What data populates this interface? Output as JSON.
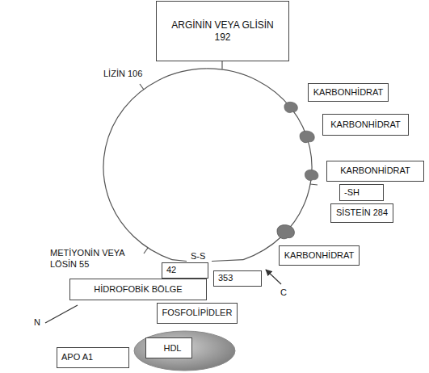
{
  "diagram": {
    "nodes": [
      {
        "text": [
          "ARGİNİN VEYA GLİSİN",
          "192"
        ]
      },
      {
        "text": [
          "KARBONHİDRAT"
        ]
      },
      {
        "text": [
          "KARBONHİDRAT"
        ]
      },
      {
        "text": [
          "KARBONHİDRAT"
        ]
      },
      {
        "text": [
          "-SH"
        ]
      },
      {
        "text": [
          "SİSTEİN 284"
        ]
      },
      {
        "text": [
          "KARBONHİDRAT"
        ]
      },
      {
        "text": [
          "42"
        ]
      },
      {
        "text": [
          "353"
        ]
      },
      {
        "text": [
          "HİDROFOBİK BÖLGE"
        ]
      },
      {
        "text": [
          "FOSFOLİPİDLER"
        ]
      },
      {
        "text": [
          "HDL"
        ]
      },
      {
        "text": [
          "APO A1"
        ]
      }
    ],
    "labels": [
      "LİZİN 106",
      "METİYONİN VEYA LÖSİN 55",
      "S-S",
      "C",
      "N"
    ]
  }
}
